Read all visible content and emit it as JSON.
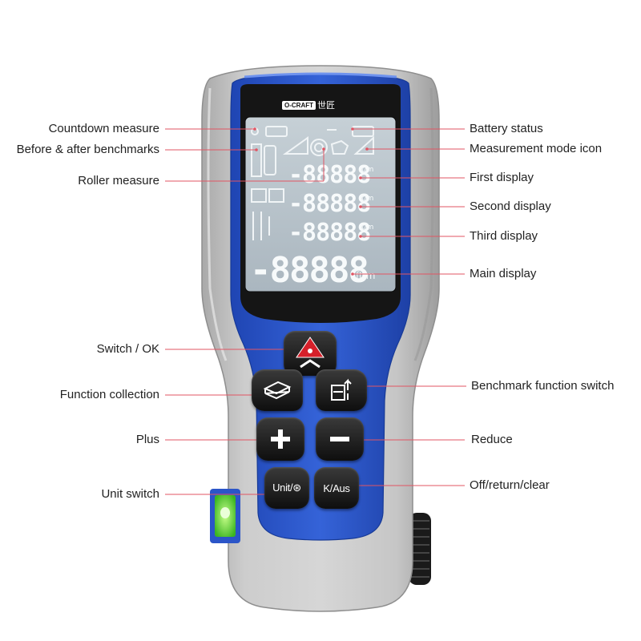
{
  "device": {
    "brand_logo": "O-CRAFT",
    "brand_cn": "世匠",
    "display_digits": {
      "first": "-88888",
      "second": "-88888",
      "third": "-88888",
      "main": "-88888"
    },
    "buttons": {
      "unit_label": "Unit/⊛",
      "kaus_label": "K/Aus"
    },
    "colors": {
      "body_gray": "#bcbcbc",
      "accent_blue": "#2a56c9",
      "lcd": "#b9c4cc",
      "laser_red": "#d6202a",
      "level_green": "#58d23a",
      "callout_line": "#e15563"
    }
  },
  "callouts": {
    "countdown_measure": "Countdown measure",
    "before_after_benchmarks": "Before & after benchmarks",
    "roller_measure": "Roller measure",
    "switch_ok": "Switch / OK",
    "function_collection": "Function collection",
    "plus": "Plus",
    "unit_switch": "Unit switch",
    "battery_status": "Battery status",
    "measurement_mode_icon": "Measurement mode icon",
    "first_display": "First display",
    "second_display": "Second display",
    "third_display": "Third display",
    "main_display": "Main display",
    "benchmark_function_switch": "Benchmark function switch",
    "reduce": "Reduce",
    "off_return_clear": "Off/return/clear"
  }
}
